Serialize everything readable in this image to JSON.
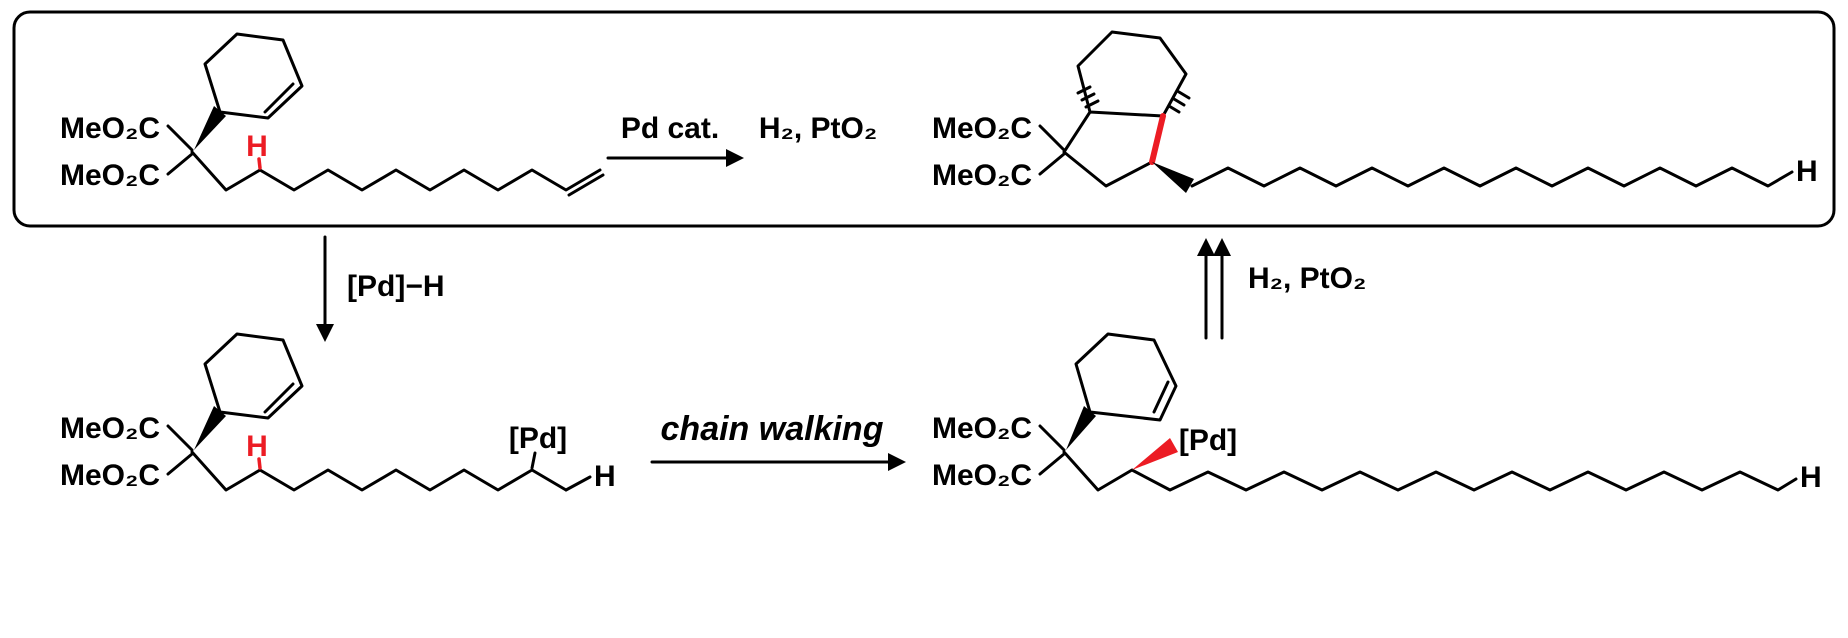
{
  "colors": {
    "highlight": "#ec1c24"
  },
  "boxed_reaction": {
    "substrate": {
      "ester_top": "MeO₂C",
      "ester_bottom": "MeO₂C",
      "allylic_h": "H"
    },
    "catalyst_label": "Pd cat.",
    "hydrogenation_label": "H₂, PtO₂",
    "product": {
      "ester_top": "MeO₂C",
      "ester_bottom": "MeO₂C",
      "terminal_h": "H"
    }
  },
  "mechanism": {
    "pdh_arrow_label": "[Pd]−H",
    "alkyl_pd": {
      "ester_top": "MeO₂C",
      "ester_bottom": "MeO₂C",
      "allylic_h": "H",
      "pd": "[Pd]",
      "terminal_h": "H"
    },
    "chain_walking_label": "chain walking",
    "walked": {
      "ester_top": "MeO₂C",
      "ester_bottom": "MeO₂C",
      "pd": "[Pd]",
      "terminal_h": "H"
    },
    "hydrogenation_label": "H₂, PtO₂"
  }
}
